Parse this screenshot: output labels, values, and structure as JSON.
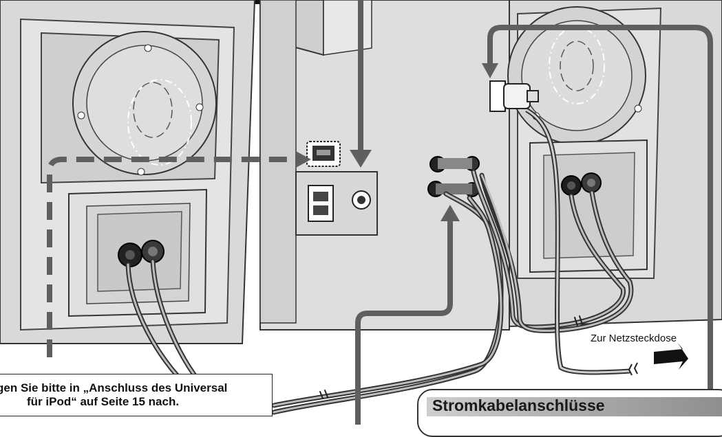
{
  "callout": {
    "line1": "gen Sie bitte in „Anschluss des Universal",
    "line2": "für iPod“ auf Seite 15 nach."
  },
  "destination_label": "Zur Netzsteckdose",
  "section_title": "Stromkabelanschlüsse",
  "colors": {
    "background": "#ffffff",
    "device": "#dcdcdc",
    "outline": "#333333",
    "arrow": "#666666",
    "cable": "#555555"
  }
}
